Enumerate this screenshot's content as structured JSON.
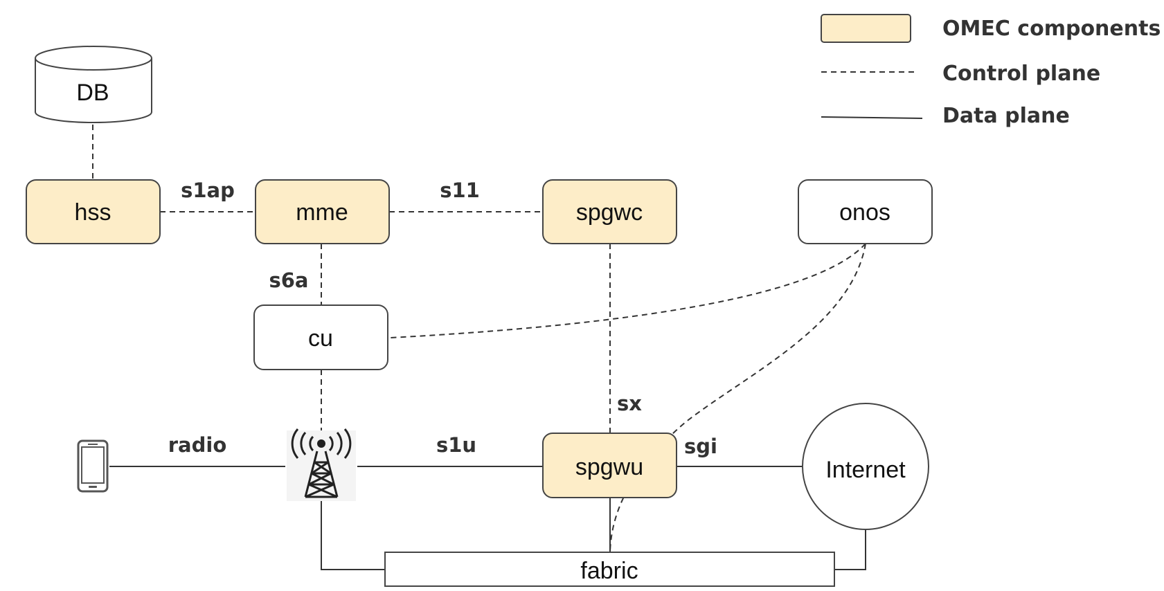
{
  "legend": {
    "omec_components": "OMEC components",
    "control_plane": "Control plane",
    "data_plane": "Data plane",
    "omec_color": "#fdedc8"
  },
  "nodes": {
    "db": "DB",
    "hss": "hss",
    "mme": "mme",
    "spgwc": "spgwc",
    "onos": "onos",
    "cu": "cu",
    "spgwu": "spgwu",
    "internet": "Internet",
    "fabric": "fabric"
  },
  "edges": {
    "s1ap": "s1ap",
    "s11": "s11",
    "s6a": "s6a",
    "sx": "sx",
    "radio": "radio",
    "s1u": "s1u",
    "sgi": "sgi"
  },
  "icons": {
    "phone": "mobile-phone-icon",
    "tower": "cell-tower-icon"
  }
}
